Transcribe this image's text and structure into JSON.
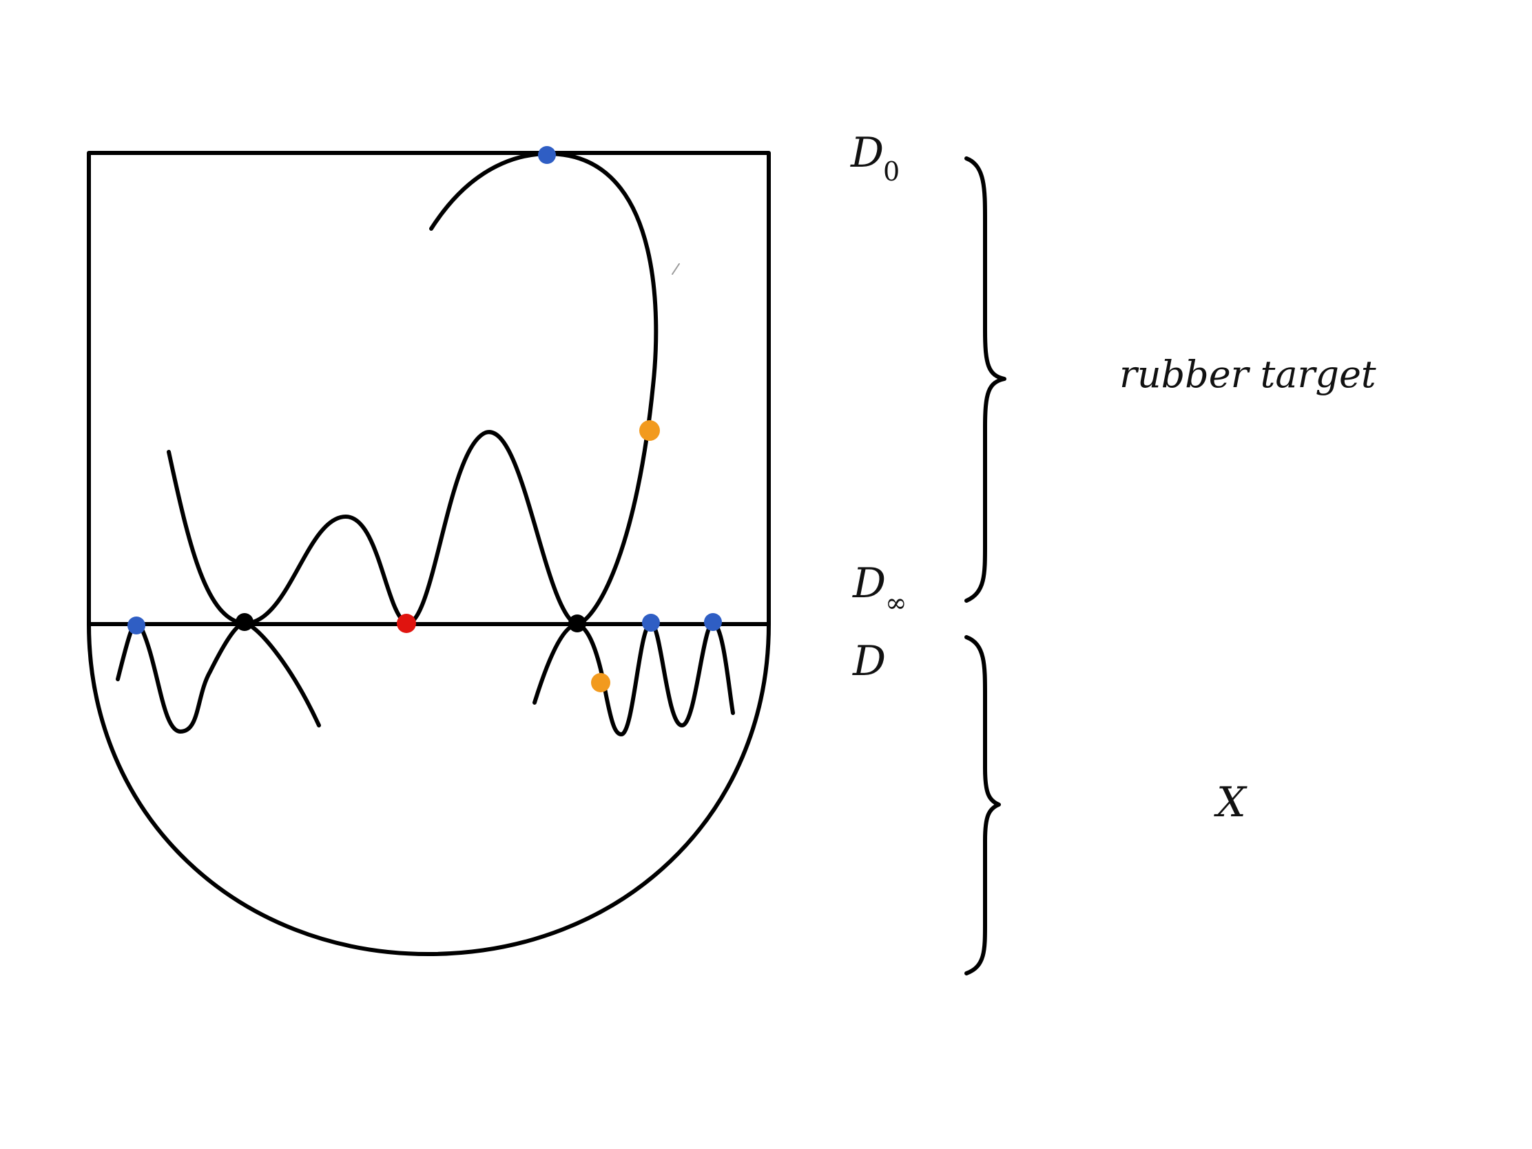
{
  "labels": {
    "d0": {
      "main": "D",
      "sub": "0"
    },
    "dinf": {
      "main": "D",
      "sub": "∞"
    },
    "d": {
      "main": "D"
    },
    "rubber_target": "rubber target",
    "x": "X"
  },
  "colors": {
    "stroke": "#000000",
    "blue": "#2f5ec4",
    "orange": "#f29a1e",
    "red": "#e0140f",
    "black": "#000000"
  },
  "markers": [
    {
      "name": "blue-point-top",
      "color": "blue"
    },
    {
      "name": "orange-point-upper",
      "color": "orange"
    },
    {
      "name": "blue-point-left",
      "color": "blue"
    },
    {
      "name": "black-node-left",
      "color": "black"
    },
    {
      "name": "red-point",
      "color": "red"
    },
    {
      "name": "black-node-right",
      "color": "black"
    },
    {
      "name": "orange-point-lower",
      "color": "orange"
    },
    {
      "name": "blue-point-right-1",
      "color": "blue"
    },
    {
      "name": "blue-point-right-2",
      "color": "blue"
    }
  ]
}
